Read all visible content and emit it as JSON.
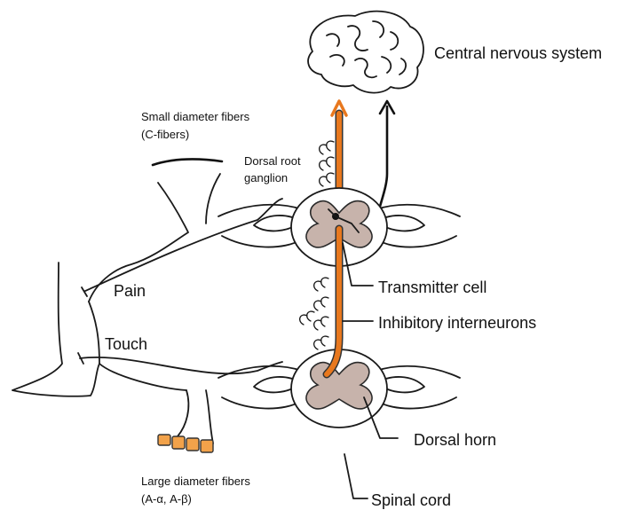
{
  "labels": {
    "cns": "Central nervous system",
    "small_fibers_line1": "Small diameter fibers",
    "small_fibers_line2": "(C-fibers)",
    "drg_line1": "Dorsal root",
    "drg_line2": "ganglion",
    "pain": "Pain",
    "touch": "Touch",
    "transmitter_cell": "Transmitter cell",
    "inhibitory_interneurons": "Inhibitory interneurons",
    "dorsal_horn": "Dorsal horn",
    "spinal_cord": "Spinal cord",
    "large_fibers_line1": "Large diameter fibers",
    "large_fibers_line2": "(A-α, A-β)"
  },
  "colors": {
    "fiber_orange": "#e8781e",
    "gray_matter": "#c7b3ab",
    "ink": "#1a1a1a"
  }
}
